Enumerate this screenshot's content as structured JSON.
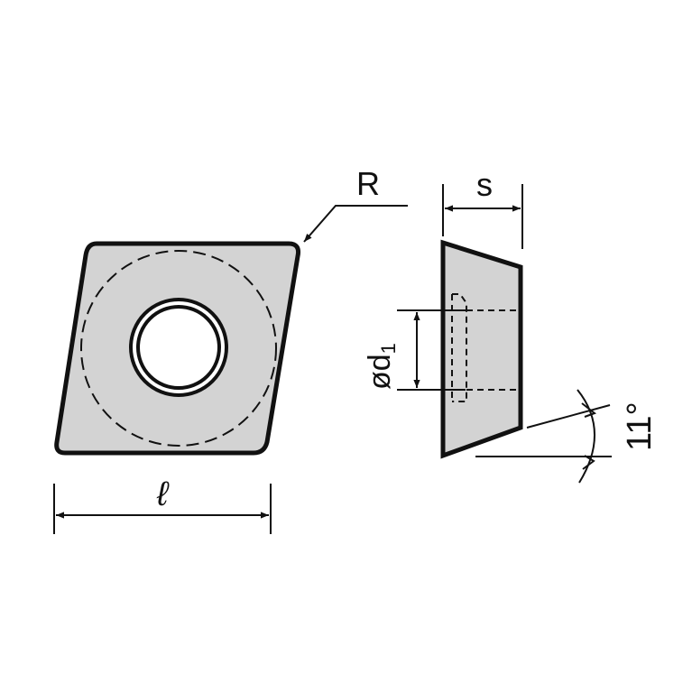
{
  "labels": {
    "radius": "R",
    "thickness": "s",
    "length": "ℓ",
    "hole_diameter_prefix": "ød",
    "hole_diameter_sub": "1",
    "clearance_angle": "11°"
  },
  "colors": {
    "insert_fill": "#d3d3d3",
    "outline": "#111111",
    "background": "#ffffff"
  }
}
